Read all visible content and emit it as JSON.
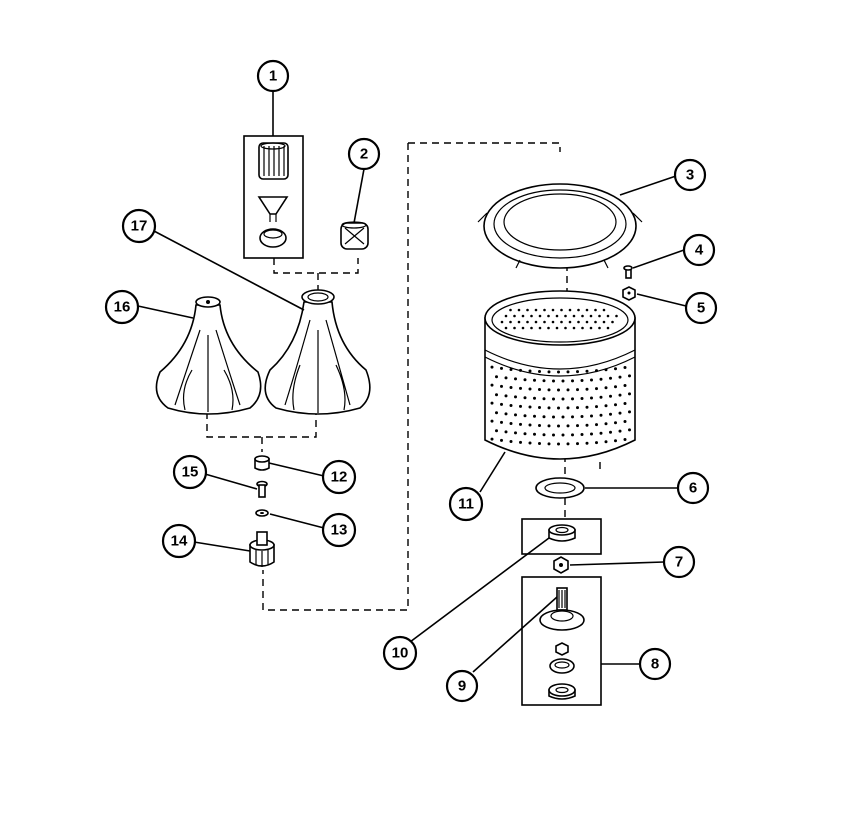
{
  "callouts": {
    "c1": "1",
    "c2": "2",
    "c3": "3",
    "c4": "4",
    "c5": "5",
    "c6": "6",
    "c7": "7",
    "c8": "8",
    "c9": "9",
    "c10": "10",
    "c11": "11",
    "c12": "12",
    "c13": "13",
    "c14": "14",
    "c15": "15",
    "c16": "16",
    "c17": "17"
  },
  "parts": [
    {
      "callout": "1",
      "icon": "cap-filter-assembly-icon"
    },
    {
      "callout": "2",
      "icon": "cap-icon"
    },
    {
      "callout": "3",
      "icon": "balance-ring-icon"
    },
    {
      "callout": "4",
      "icon": "screw-icon"
    },
    {
      "callout": "5",
      "icon": "nut-icon"
    },
    {
      "callout": "6",
      "icon": "gasket-icon"
    },
    {
      "callout": "7",
      "icon": "nut-icon"
    },
    {
      "callout": "8",
      "icon": "hub-seal-kit-icon"
    },
    {
      "callout": "9",
      "icon": "spline-shaft-icon"
    },
    {
      "callout": "10",
      "icon": "hub-icon"
    },
    {
      "callout": "11",
      "icon": "wash-basket-icon"
    },
    {
      "callout": "12",
      "icon": "bushing-icon"
    },
    {
      "callout": "13",
      "icon": "washer-icon"
    },
    {
      "callout": "14",
      "icon": "agitator-coupling-icon"
    },
    {
      "callout": "15",
      "icon": "bolt-icon"
    },
    {
      "callout": "16",
      "icon": "agitator-icon"
    },
    {
      "callout": "17",
      "icon": "agitator-icon"
    }
  ]
}
